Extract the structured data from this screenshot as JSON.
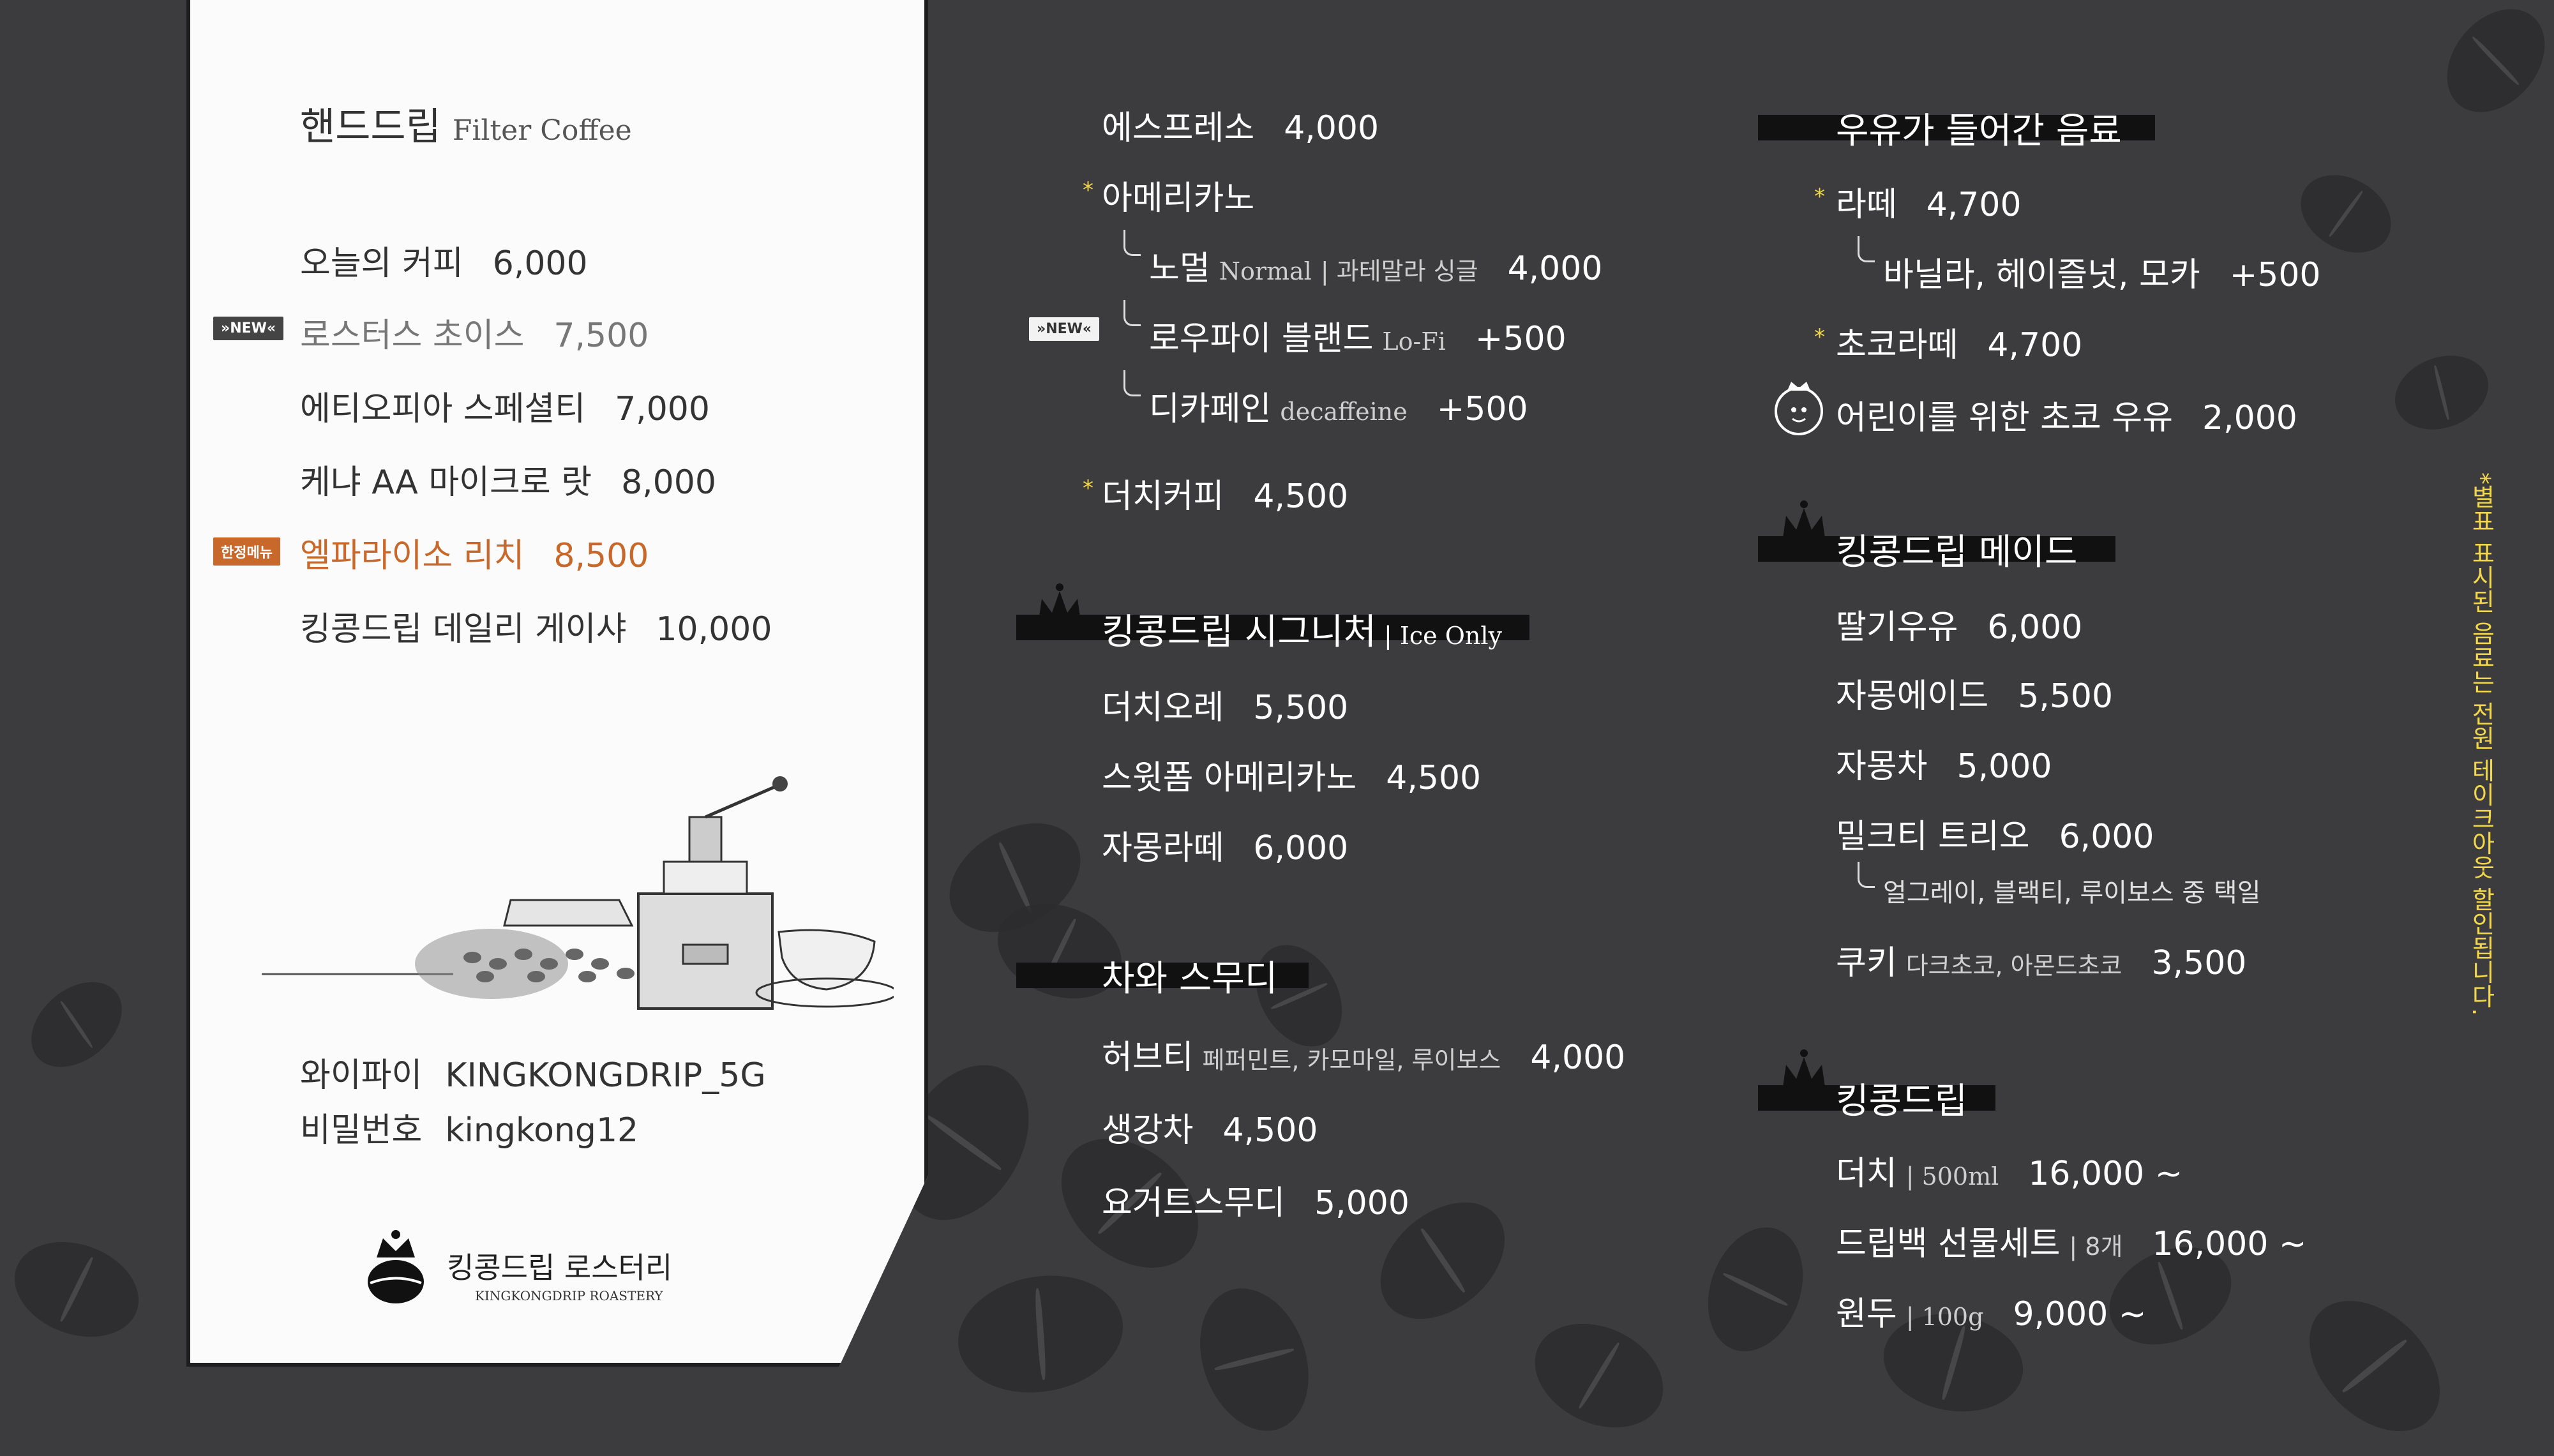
{
  "colors": {
    "background": "#3c3c3e",
    "panel": "#fbfbfb",
    "accent_orange": "#c8682a",
    "star": "#f2d64b",
    "header_bar": "#111111"
  },
  "filter": {
    "title": "핸드드립",
    "title_en": "Filter Coffee",
    "items": [
      {
        "name": "오늘의 커피",
        "price": "6,000"
      },
      {
        "name": "로스터스 초이스",
        "price": "7,500",
        "badge": "»NEW«"
      },
      {
        "name": "에티오피아 스페셜티",
        "price": "7,000"
      },
      {
        "name": "케냐 AA 마이크로 랏",
        "price": "8,000"
      },
      {
        "name": "엘파라이소 리치",
        "price": "8,500",
        "badge": "한정메뉴"
      },
      {
        "name": "킹콩드립 데일리 게이샤",
        "price": "10,000"
      }
    ],
    "wifi_label": "와이파이",
    "wifi_value": "KINGKONGDRIP_5G",
    "pw_label": "비밀번호",
    "pw_value": "kingkong12",
    "logo_name": "킹콩드립 로스터리",
    "logo_sub": "KINGKONGDRIP ROASTERY"
  },
  "espresso": {
    "items": [
      {
        "name": "에스프레소",
        "price": "4,000"
      },
      {
        "name": "아메리카노",
        "star": "*"
      },
      {
        "name": "노멀",
        "sub_en": "Normal",
        "sub_kr": "| 과테말라 싱글",
        "price": "4,000"
      },
      {
        "name": "로우파이 블랜드",
        "sub_en": "Lo-Fi",
        "price": "+500",
        "badge": "»NEW«"
      },
      {
        "name": "디카페인",
        "sub_en": "decaffeine",
        "price": "+500"
      },
      {
        "name": "더치커피",
        "price": "4,500",
        "star": "*"
      }
    ]
  },
  "signature": {
    "title": "킹콩드립 시그니처",
    "tag": "| Ice Only",
    "items": [
      {
        "name": "더치오레",
        "price": "5,500"
      },
      {
        "name": "스윗폼 아메리카노",
        "price": "4,500"
      },
      {
        "name": "자몽라떼",
        "price": "6,000"
      }
    ]
  },
  "tea": {
    "title": "차와 스무디",
    "items": [
      {
        "name": "허브티",
        "sub_kr": "페퍼민트, 카모마일, 루이보스",
        "price": "4,000"
      },
      {
        "name": "생강차",
        "price": "4,500"
      },
      {
        "name": "요거트스무디",
        "price": "5,000"
      }
    ]
  },
  "milk": {
    "title": "우유가 들어간 음료",
    "items": [
      {
        "name": "라떼",
        "price": "4,700",
        "star": "*"
      },
      {
        "name": "바닐라, 헤이즐넛, 모카",
        "price": "+500"
      },
      {
        "name": "초코라떼",
        "price": "4,700",
        "star": "*"
      },
      {
        "name": "어린이를 위한 초코 우유",
        "price": "2,000"
      }
    ]
  },
  "made": {
    "title": "킹콩드립 메이드",
    "items": [
      {
        "name": "딸기우유",
        "price": "6,000"
      },
      {
        "name": "자몽에이드",
        "price": "5,500"
      },
      {
        "name": "자몽차",
        "price": "5,000"
      },
      {
        "name": "밀크티 트리오",
        "price": "6,000"
      },
      {
        "name": "얼그레이, 블랙티, 루이보스 중 택일"
      },
      {
        "name": "쿠키",
        "sub_kr": "다크초코, 아몬드초코",
        "price": "3,500"
      }
    ]
  },
  "drip": {
    "title": "킹콩드립",
    "items": [
      {
        "name": "더치",
        "sub_en": "| 500ml",
        "price": "16,000 ~"
      },
      {
        "name": "드립백 선물세트",
        "sub_kr": "| 8개",
        "price": "16,000 ~"
      },
      {
        "name": "원두",
        "sub_en": "| 100g",
        "price": "9,000 ~"
      }
    ]
  },
  "note": "*별표 표시된 음료는 전원 테이크아웃 할인됩니다."
}
